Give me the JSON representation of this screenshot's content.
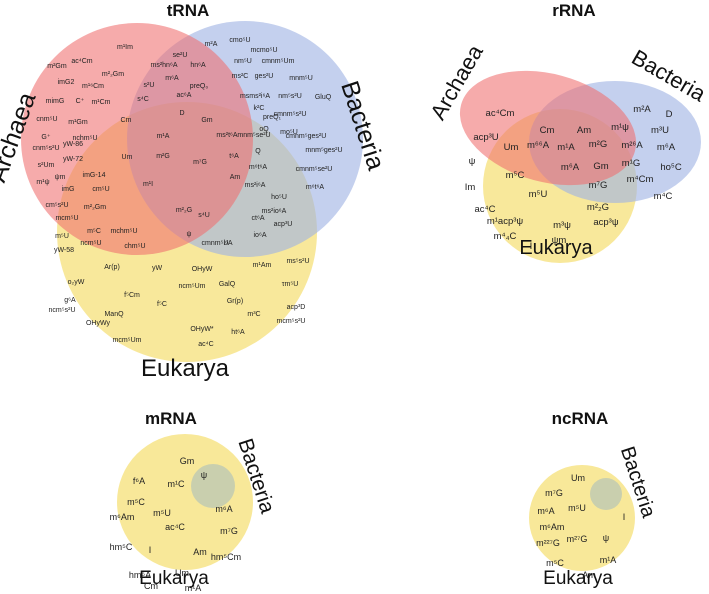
{
  "colors": {
    "archaea": "#ef6f6f",
    "bacteria": "#9fb3e3",
    "eukarya": "#f6e27f",
    "overlap_mrna": "#c9cfae",
    "text": "#222222"
  },
  "panels": {
    "trna": {
      "title": "tRNA",
      "labels": {
        "archaea": "Archaea",
        "bacteria": "Bacteria",
        "eukarya": "Eukarya"
      },
      "mods": [
        "m¹Im",
        "ac⁴Cm",
        "m²Gm",
        "m²₂Gm",
        "imG2",
        "m¹⁶Cm",
        "mimG",
        "C⁺",
        "m¹Cm",
        "cnm⁵U",
        "m¹Gm",
        "G⁺",
        "nchm⁵U",
        "cnm⁵s²U",
        "s²Um",
        "m¹ψ",
        "yW-86",
        "yW-72",
        "ψm",
        "imG-14",
        "imG",
        "cm⁵U",
        "cm⁵s²U",
        "m²₂Gm",
        "mcm⁵U",
        "m⁵C",
        "mchm⁵U",
        "ncm⁵U",
        "chm⁵U",
        "se²U",
        "ms²hn⁶A",
        "hn⁶A",
        "s²U",
        "m⁶A",
        "preQ₀",
        "s⁴C",
        "ac⁶A",
        "Cm",
        "D",
        "Gm",
        "m¹A",
        "ms²t⁶A",
        "mnm⁵se²U",
        "Um",
        "m²G",
        "m⁷G",
        "t⁶A",
        "m¹I",
        "m²₂G",
        "s⁴U",
        "Am",
        "ψ",
        "m²A",
        "cmo⁵U",
        "mcmo⁵U",
        "nm⁵U",
        "cmnm⁵Um",
        "ms²C",
        "ges²U",
        "mnm⁵U",
        "msms²i⁶A",
        "nm⁵s²U",
        "GluQ",
        "k²C",
        "preQ₁",
        "cmnm⁵s²U",
        "oQ",
        "mo⁵U",
        "cmnm⁵ges²U",
        "mnm⁵ges²U",
        "cmnm⁵se²U",
        "m⁶t⁶A",
        "Q",
        "m⁶t⁶A",
        "ms²i⁶A",
        "ho⁵U",
        "ms²io⁶A",
        "ct⁶A",
        "acp³U",
        "io⁶A",
        "cmnm⁵U",
        "i⁶A",
        "m⁵U",
        "yW-58",
        "Ar(p)",
        "yW",
        "OHyW",
        "m¹Am",
        "ms⁵s²U",
        "o₂yW",
        "ncm⁵Um",
        "GalQ",
        "τm⁵U",
        "acp³D",
        "g⁶A",
        "f⁵Cm",
        "ncm⁵s²U",
        "ManQ",
        "f⁵C",
        "Gr(p)",
        "m³C",
        "mcm⁵s²U",
        "OHyWy",
        "OHyW*",
        "ht⁶A",
        "mcm⁵Um",
        "ac⁴C",
        "m⁵Um"
      ]
    },
    "rrna": {
      "title": "rRNA",
      "labels": {
        "archaea": "Archaea",
        "bacteria": "Bacteria",
        "eukarya": "Eukarya"
      },
      "mods": [
        "ac⁴Cm",
        "acp³U",
        "ψ",
        "Cm",
        "Am",
        "Um",
        "m⁶⁶A",
        "m¹A",
        "m²G",
        "m⁵C",
        "m⁶A",
        "Gm",
        "m⁵U",
        "m⁷G",
        "m²A",
        "D",
        "m¹ψ",
        "m³U",
        "m²⁶A",
        "m⁶A",
        "m¹G",
        "ho⁵C",
        "m⁴Cm",
        "m⁴C",
        "Im",
        "m²₂G",
        "ac⁴C",
        "m¹acp³ψ",
        "m³ψ",
        "acp³ψ",
        "m⁴₄C",
        "ψm",
        "I"
      ]
    },
    "mrna": {
      "title": "mRNA",
      "labels": {
        "bacteria": "Bacteria",
        "eukarya": "Eukarya"
      },
      "mods": [
        "Gm",
        "ψ",
        "f⁶A",
        "m¹C",
        "m⁵C",
        "m⁵U",
        "m⁶A",
        "m⁶Am",
        "ac⁴C",
        "m⁷G",
        "hm⁵C",
        "I",
        "Am",
        "hm⁵Cm",
        "hm⁶A",
        "Um",
        "Cm",
        "m¹A"
      ]
    },
    "ncrna": {
      "title": "ncRNA",
      "labels": {
        "bacteria": "Bacteria",
        "eukarya": "Eukarya"
      },
      "mods": [
        "Um",
        "m⁷G",
        "m⁶A",
        "m⁶Am",
        "m⁵U",
        "I",
        "m²²⁷G",
        "m²⁷G",
        "ψ",
        "m⁵C",
        "m¹A",
        "Am"
      ]
    }
  }
}
